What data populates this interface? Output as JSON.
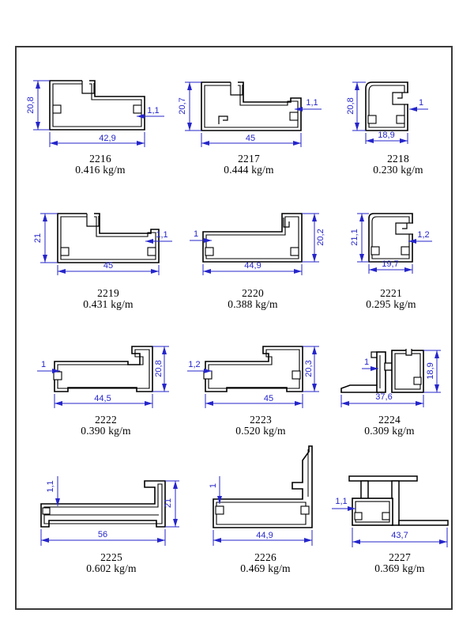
{
  "document": {
    "type": "aluminium profile catalog page",
    "colors": {
      "dimension": "#2525cb",
      "line": "#000000",
      "frame": "#3a3a3a"
    }
  },
  "profiles": [
    {
      "id": "2216",
      "weight": "0.416 kg/m",
      "width": "42,9",
      "height": "20,8",
      "wall": "1,1"
    },
    {
      "id": "2217",
      "weight": "0.444 kg/m",
      "width": "45",
      "height": "20,7",
      "wall": "1,1"
    },
    {
      "id": "2218",
      "weight": "0.230 kg/m",
      "width": "18,9",
      "height": "20,8",
      "wall": "1"
    },
    {
      "id": "2219",
      "weight": "0.431 kg/m",
      "width": "45",
      "height": "21",
      "wall": "1,1"
    },
    {
      "id": "2220",
      "weight": "0.388 kg/m",
      "width": "44,9",
      "height": "20,2",
      "wall": "1"
    },
    {
      "id": "2221",
      "weight": "0.295 kg/m",
      "width": "19,7",
      "height": "21,1",
      "wall": "1,2"
    },
    {
      "id": "2222",
      "weight": "0.390 kg/m",
      "width": "44,5",
      "height": "20,8",
      "wall": "1"
    },
    {
      "id": "2223",
      "weight": "0.520 kg/m",
      "width": "45",
      "height": "20,3",
      "wall": "1,2"
    },
    {
      "id": "2224",
      "weight": "0.309 kg/m",
      "width": "37,6",
      "height": "18,9",
      "wall": "1"
    },
    {
      "id": "2225",
      "weight": "0.602 kg/m",
      "width": "56",
      "height": "21",
      "wall": "1,1"
    },
    {
      "id": "2226",
      "weight": "0.469 kg/m",
      "width": "44,9",
      "wall": "1"
    },
    {
      "id": "2227",
      "weight": "0.369 kg/m",
      "width": "43,7",
      "wall": "1,1"
    }
  ]
}
